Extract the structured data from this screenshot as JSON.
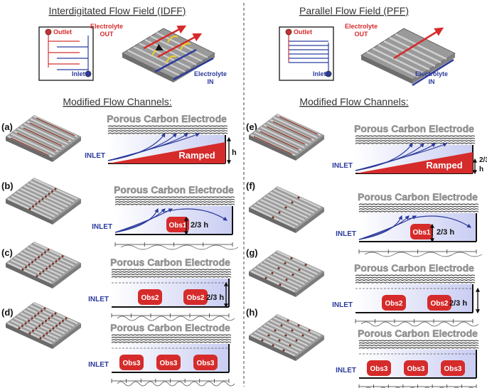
{
  "titles": {
    "idff": "Interdigitated Flow Field (IDFF)",
    "pff": "Parallel Flow Field (PFF)",
    "modified": "Modified Flow Channels:"
  },
  "idff": {
    "outlet": "Outlet",
    "inlet": "Inlet",
    "electrolyte_out_1": "Electrolyte",
    "electrolyte_out_2": "OUT",
    "electrolyte_in_1": "Electrolyte",
    "electrolyte_in_2": "IN"
  },
  "pff": {
    "outlet": "Outlet",
    "inlet": "Inlet",
    "electrolyte_out_1": "Electrolyte",
    "electrolyte_out_2": "OUT",
    "electrolyte_in_1": "Electrolyte",
    "electrolyte_in_2": "IN"
  },
  "panels": {
    "a": "(a)",
    "b": "(b)",
    "c": "(c)",
    "d": "(d)",
    "e": "(e)",
    "f": "(f)",
    "g": "(g)",
    "h": "(h)"
  },
  "common": {
    "electrode": "Porous Carbon Electrode",
    "inlet": "INLET"
  },
  "labels": {
    "ramped": "Ramped",
    "h": "h",
    "two_thirds": "2/3",
    "two_thirds_h": "2/3 h",
    "obs1": "Obs1",
    "obs2": "Obs2",
    "obs3": "Obs3"
  },
  "colors": {
    "red": "#d62b2b",
    "blue": "#2b3a9c",
    "channel_fill": "#c9cdf2",
    "rod": "#a9a9a9"
  }
}
